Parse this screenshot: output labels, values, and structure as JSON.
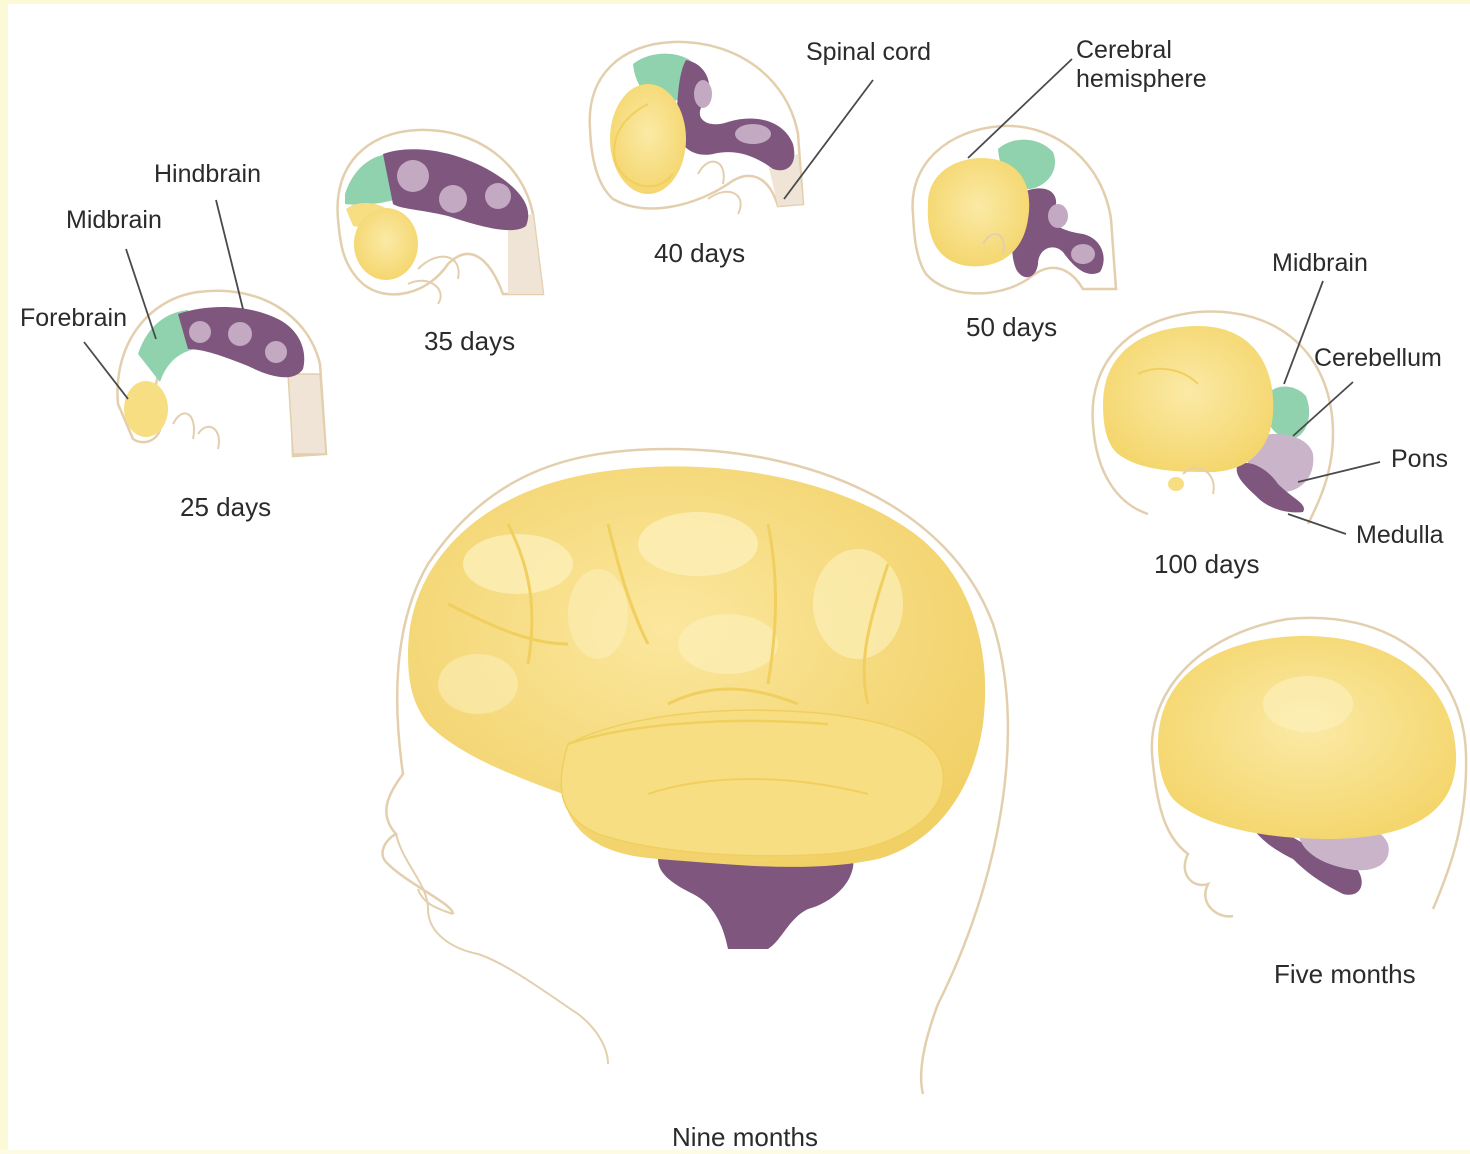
{
  "colors": {
    "forebrain": "#f7de82",
    "midbrain": "#8fd2ad",
    "hindbrain": "#7f567e",
    "hindbrain_light": "#c9b4ca",
    "outline": "#e6d6b8",
    "text": "#2b2b2b"
  },
  "stages": [
    {
      "caption": "25 days"
    },
    {
      "caption": "35 days"
    },
    {
      "caption": "40 days"
    },
    {
      "caption": "50 days"
    },
    {
      "caption": "100 days"
    },
    {
      "caption": "Five months"
    },
    {
      "caption": "Nine months"
    }
  ],
  "labels": {
    "forebrain": "Forebrain",
    "midbrain_25": "Midbrain",
    "hindbrain": "Hindbrain",
    "spinal_cord": "Spinal cord",
    "cerebral_hemisphere": [
      "Cerebral",
      "hemisphere"
    ],
    "midbrain_100": "Midbrain",
    "cerebellum": "Cerebellum",
    "pons": "Pons",
    "medulla": "Medulla"
  }
}
